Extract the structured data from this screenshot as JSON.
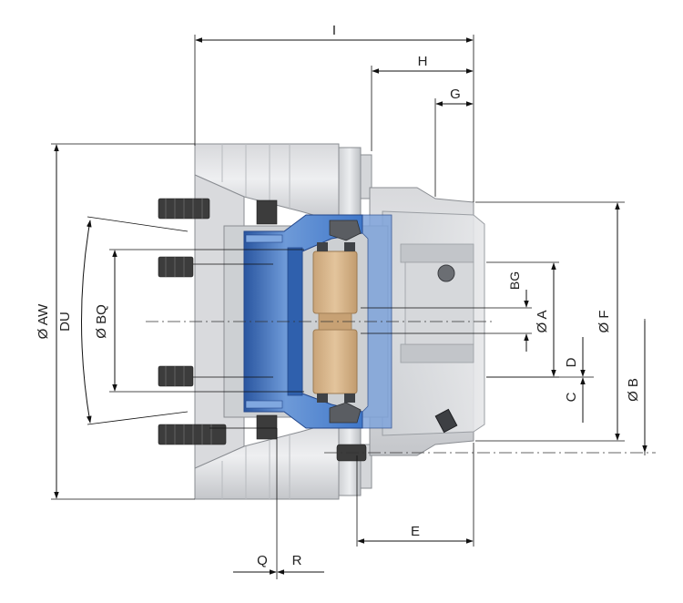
{
  "labels": {
    "I": "I",
    "H": "H",
    "G": "G",
    "AW": "Ø AW",
    "DU": "DU",
    "BQ": "Ø BQ",
    "BG": "BG",
    "A": "Ø A",
    "F": "Ø F",
    "D": "D",
    "C": "C",
    "B": "Ø B",
    "E": "E",
    "Q": "Q",
    "R": "R"
  },
  "colors": {
    "background": "#ffffff",
    "steel_light": "#e3e4e6",
    "steel_mid": "#c9cbce",
    "steel_dark": "#a8abaf",
    "steel_edge": "#8a8d92",
    "piston_blue": "#3f77c9",
    "piston_blue_light": "#6e9ad8",
    "piston_blue_dark": "#2a56a0",
    "bronze_jaw": "#d8b489",
    "bronze_dark": "#b18c62",
    "seal_gray": "#5a5d62",
    "bolt_dark": "#3c3c3c",
    "dimension_line": "#111111"
  },
  "icons": [
    "bolt-icon",
    "seal-icon",
    "set-screw-icon"
  ]
}
